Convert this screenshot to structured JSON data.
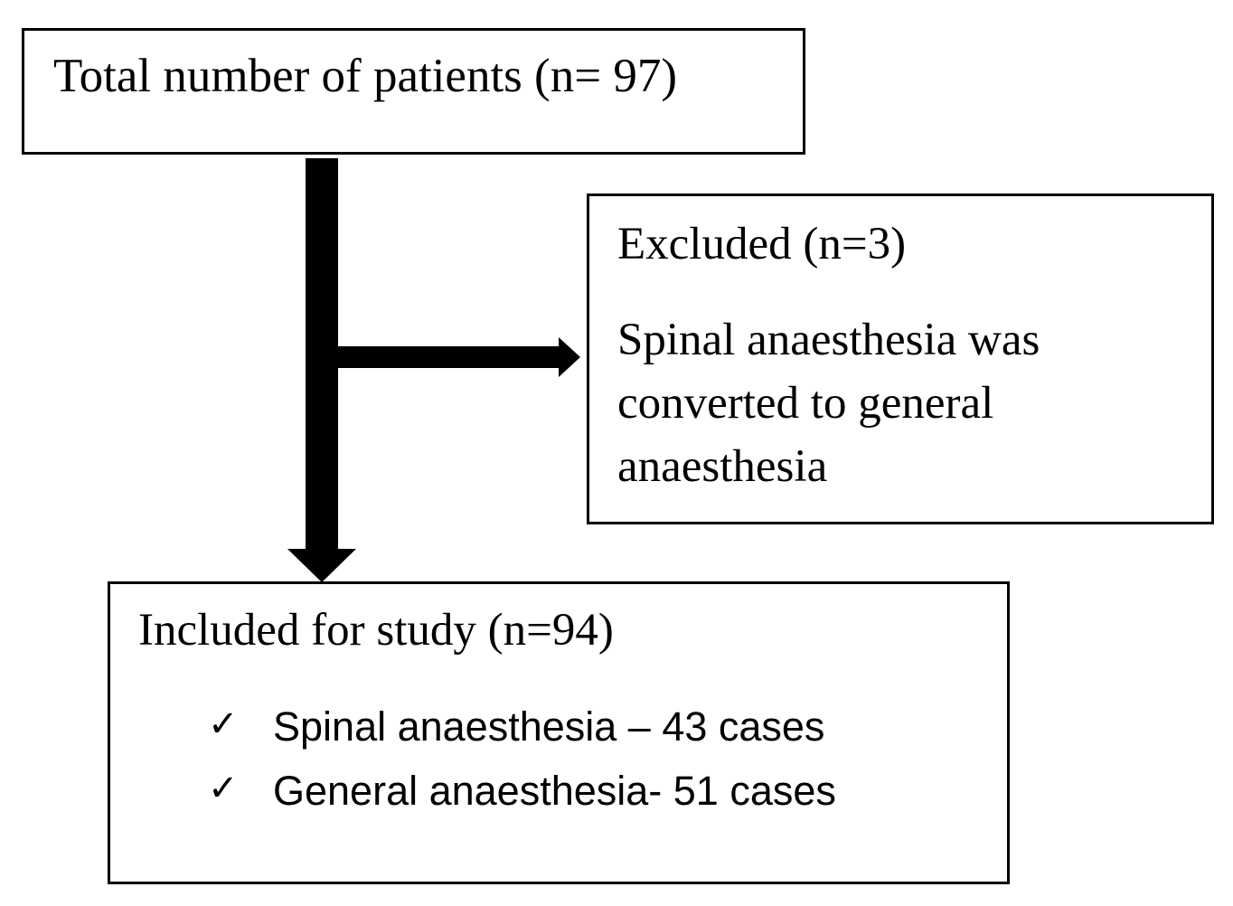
{
  "total_box": {
    "label": "Total number of patients (n= 97)"
  },
  "excluded_box": {
    "title": "Excluded (n=3)",
    "reason_lines": [
      "Spinal anaesthesia was",
      "converted to general",
      "anaesthesia"
    ]
  },
  "included_box": {
    "title": "Included for study (n=94)",
    "items": [
      {
        "mark": "✓",
        "text": "Spinal anaesthesia – 43 cases"
      },
      {
        "mark": "✓",
        "text": "General anaesthesia- 51 cases"
      }
    ]
  }
}
